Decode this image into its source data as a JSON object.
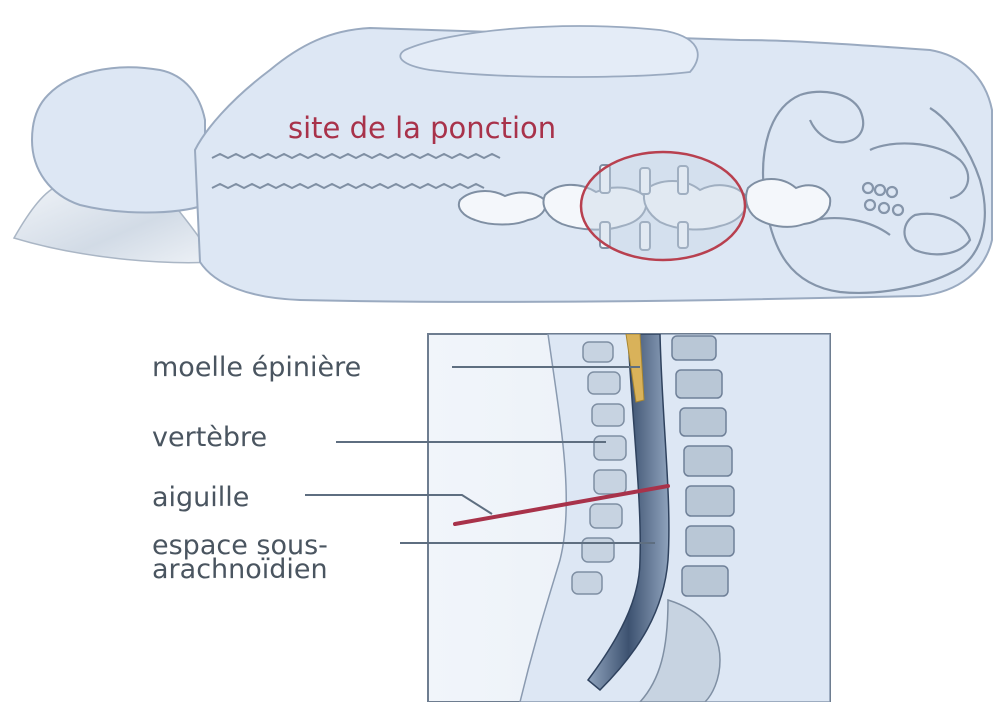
{
  "top_illustration": {
    "site_label": "site de la ponction"
  },
  "cross_section": {
    "labels": {
      "spinal_cord": "moelle épinière",
      "vertebra": "vertèbre",
      "needle": "aiguille",
      "subarachnoid_line1": "espace sous-",
      "subarachnoid_line2": "arachnoïdien"
    }
  },
  "colors": {
    "body": "#dde7f4",
    "body_outline": "#9aaac0",
    "accent_red": "#a8324a",
    "label_text": "#4a5560",
    "leader_line": "#5e6e80",
    "bone": "#b9c7d6",
    "canal": "#3d5270",
    "csf": "#6f86a4",
    "cord_yellow": "#d9b25a"
  }
}
